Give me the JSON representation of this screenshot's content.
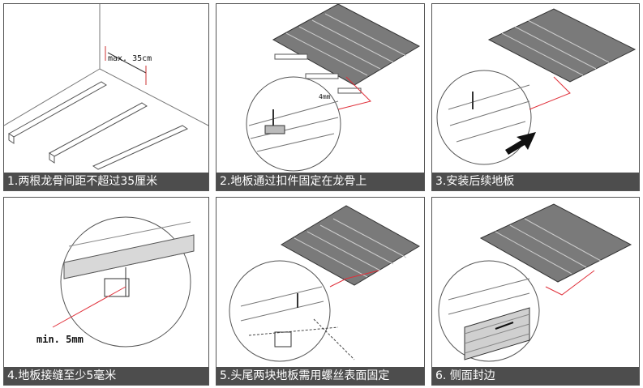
{
  "panels": [
    {
      "caption": "1.两根龙骨间距不超过35厘米",
      "note": "max. 35cm"
    },
    {
      "caption": "2.地板通过扣件固定在龙骨上",
      "note": "4mm"
    },
    {
      "caption": "3.安装后续地板"
    },
    {
      "caption": "4.地板接缝至少5毫米",
      "note": "min. 5mm"
    },
    {
      "caption": "5.头尾两块地板需用螺丝表面固定"
    },
    {
      "caption": "6. 侧面封边"
    }
  ],
  "colors": {
    "caption_bg": "#4d4d4d",
    "board": "#7a7a7a",
    "accent": "#e0303a"
  }
}
